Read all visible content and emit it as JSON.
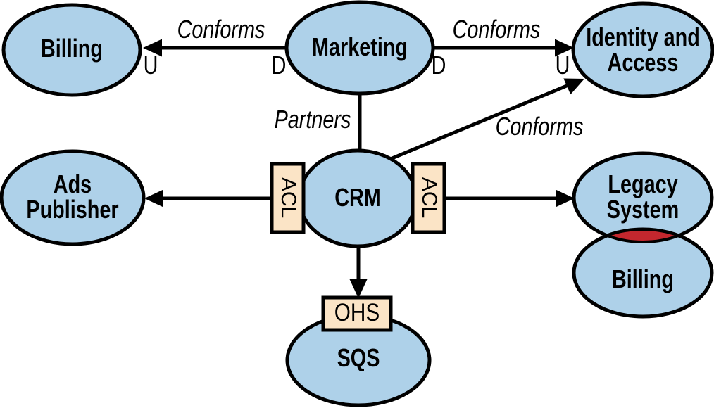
{
  "colors": {
    "node_fill": "#AED1E9",
    "badge_fill": "#FBE4C6",
    "overlap_fill": "#C4272E",
    "stroke": "#000000",
    "background": "#FFFFFF"
  },
  "nodes": {
    "billing_top_left": {
      "lines": [
        "Billing"
      ]
    },
    "marketing": {
      "lines": [
        "Marketing"
      ]
    },
    "identity_access": {
      "lines": [
        "Identity and",
        "Access"
      ]
    },
    "ads_publisher": {
      "lines": [
        "Ads",
        "Publisher"
      ]
    },
    "crm": {
      "lines": [
        "CRM"
      ]
    },
    "legacy_system": {
      "lines": [
        "Legacy",
        "System"
      ]
    },
    "billing_bottom_right": {
      "lines": [
        "Billing"
      ]
    },
    "sqs": {
      "lines": [
        "SQS"
      ]
    }
  },
  "badges": {
    "acl_left": "ACL",
    "acl_right": "ACL",
    "ohs": "OHS"
  },
  "edge_labels": {
    "conforms_marketing_billing": "Conforms",
    "conforms_marketing_identity": "Conforms",
    "conforms_crm_identity": "Conforms",
    "partners_marketing_crm": "Partners"
  },
  "role_markers": {
    "upstream_billing": "U",
    "downstream_marketing_left": "D",
    "downstream_marketing_right": "D",
    "upstream_identity": "U"
  }
}
